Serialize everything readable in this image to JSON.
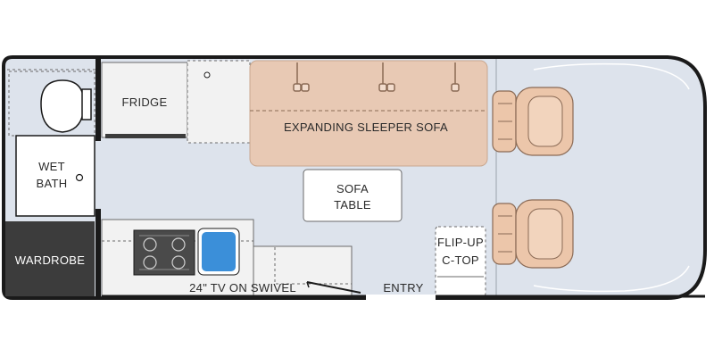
{
  "floorplan": {
    "labels": {
      "fridge": "FRIDGE",
      "expanding_sleeper_sofa": "EXPANDING SLEEPER SOFA",
      "wet_bath_line1": "WET",
      "wet_bath_line2": "BATH",
      "sofa_table_line1": "SOFA",
      "sofa_table_line2": "TABLE",
      "wardrobe": "WARDROBE",
      "flip_up_line1": "FLIP-UP",
      "flip_up_line2": "C-TOP",
      "tv": "24\" TV ON SWIVEL",
      "entry": "ENTRY"
    },
    "colors": {
      "floor": "#dde3ec",
      "outline": "#1a1a1a",
      "sofa": "#e8c9b4",
      "seat": "#ecc6aa",
      "wardrobe": "#3c3c3c",
      "counter": "#f2f2f2",
      "sink": "#3b8fd9"
    }
  }
}
